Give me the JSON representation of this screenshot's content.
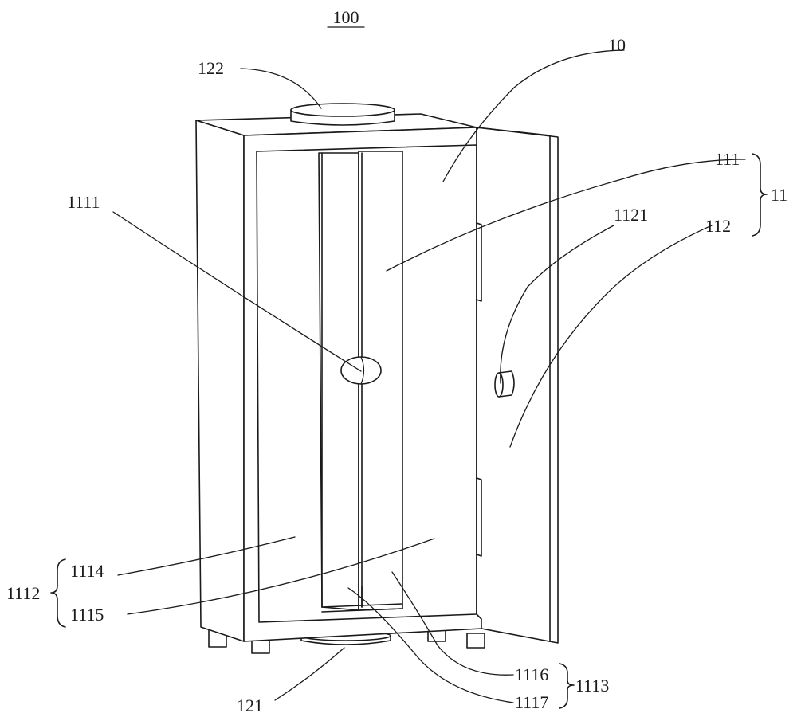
{
  "figure": {
    "title": "100",
    "labels": {
      "l10": "10",
      "l11": "11",
      "l111": "111",
      "l112": "112",
      "l121": "121",
      "l122": "122",
      "l1111": "1111",
      "l1112": "1112",
      "l1113": "1113",
      "l1114": "1114",
      "l1115": "1115",
      "l1116": "1116",
      "l1117": "1117",
      "l1121": "1121"
    }
  }
}
